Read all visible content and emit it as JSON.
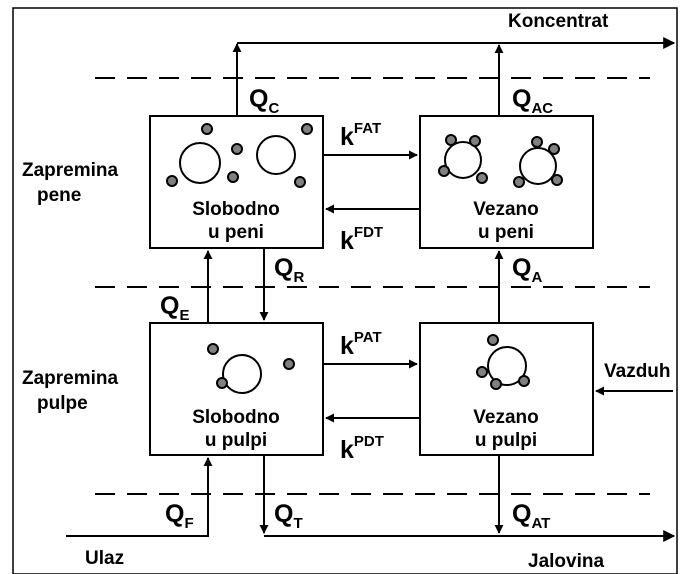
{
  "outputs": {
    "concentrate": "Koncentrat",
    "tailings": "Jalovina",
    "feed": "Ulaz",
    "air": "Vazduh"
  },
  "zones": {
    "froth": {
      "line1": "Zapremina",
      "line2": "pene"
    },
    "pulp": {
      "line1": "Zapremina",
      "line2": "pulpe"
    }
  },
  "boxes": {
    "free_froth": {
      "line1": "Slobodno",
      "line2": "u peni"
    },
    "attached_froth": {
      "line1": "Vezano",
      "line2": "u peni"
    },
    "free_pulp": {
      "line1": "Slobodno",
      "line2": "u pulpi"
    },
    "attached_pulp": {
      "line1": "Vezano",
      "line2": "u pulpi"
    }
  },
  "flows": {
    "qc": {
      "main": "Q",
      "sub": "C"
    },
    "qac": {
      "main": "Q",
      "sub": "AC"
    },
    "qr": {
      "main": "Q",
      "sub": "R"
    },
    "qa": {
      "main": "Q",
      "sub": "A"
    },
    "qe": {
      "main": "Q",
      "sub": "E"
    },
    "qf": {
      "main": "Q",
      "sub": "F"
    },
    "qt": {
      "main": "Q",
      "sub": "T"
    },
    "qat": {
      "main": "Q",
      "sub": "AT"
    }
  },
  "rates": {
    "kfat": {
      "main": "k",
      "sup": "FAT"
    },
    "kfdt": {
      "main": "k",
      "sup": "FDT"
    },
    "kpat": {
      "main": "k",
      "sup": "PAT"
    },
    "kpdt": {
      "main": "k",
      "sup": "PDT"
    }
  }
}
